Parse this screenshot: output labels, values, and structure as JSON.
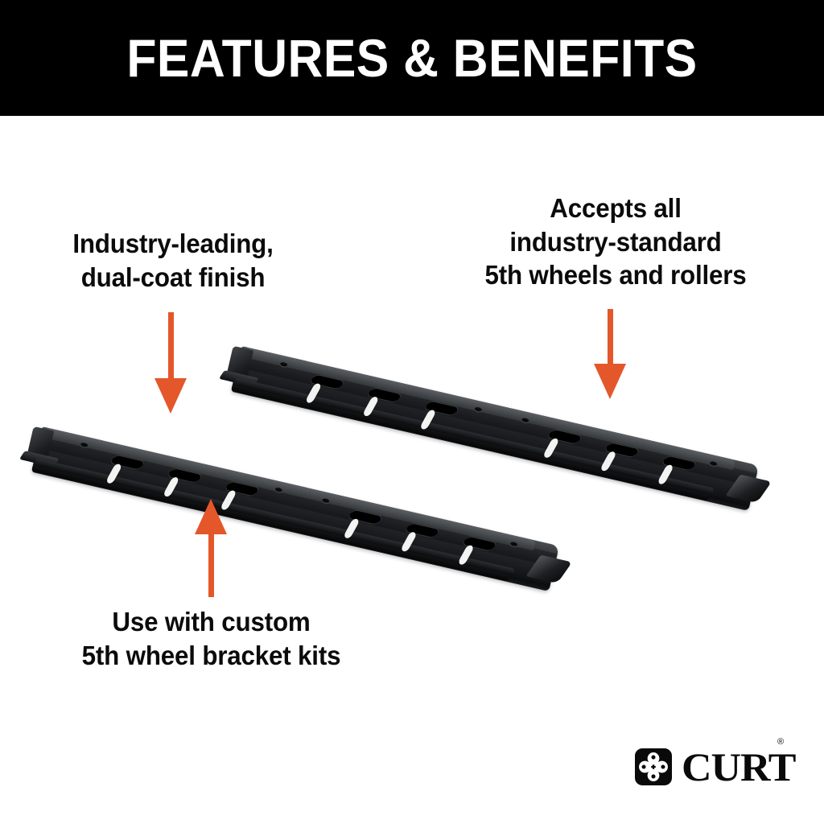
{
  "header": {
    "title": "FEATURES & BENEFITS",
    "background_color": "#000000",
    "text_color": "#ffffff"
  },
  "theme": {
    "accent_color": "#e4572a",
    "background_color": "#ffffff",
    "text_color": "#0b0b0b",
    "product_color": "#17181b"
  },
  "callouts": [
    {
      "id": "industry-leading-dual-coat-finish",
      "lines": [
        "Industry-leading,",
        "dual-coat finish"
      ],
      "arrow": "arrow-down-icon"
    },
    {
      "id": "accepts-all-industry-standard",
      "lines": [
        "Accepts all",
        "industry-standard",
        "5th wheels and rollers"
      ],
      "arrow": "arrow-down-icon"
    },
    {
      "id": "use-with-custom-bracket-kits",
      "lines": [
        "Use with custom",
        "5th wheel bracket kits"
      ],
      "arrow": "arrow-up-icon"
    }
  ],
  "product": {
    "name": "5th wheel mounting rails",
    "pieces": 2,
    "description": "Pair of black powder-coated steel 5th wheel rails with mounting slots and holes"
  },
  "brand": {
    "name": "CURT",
    "trademark": "®",
    "mark": "curt-clover-logo-icon"
  }
}
